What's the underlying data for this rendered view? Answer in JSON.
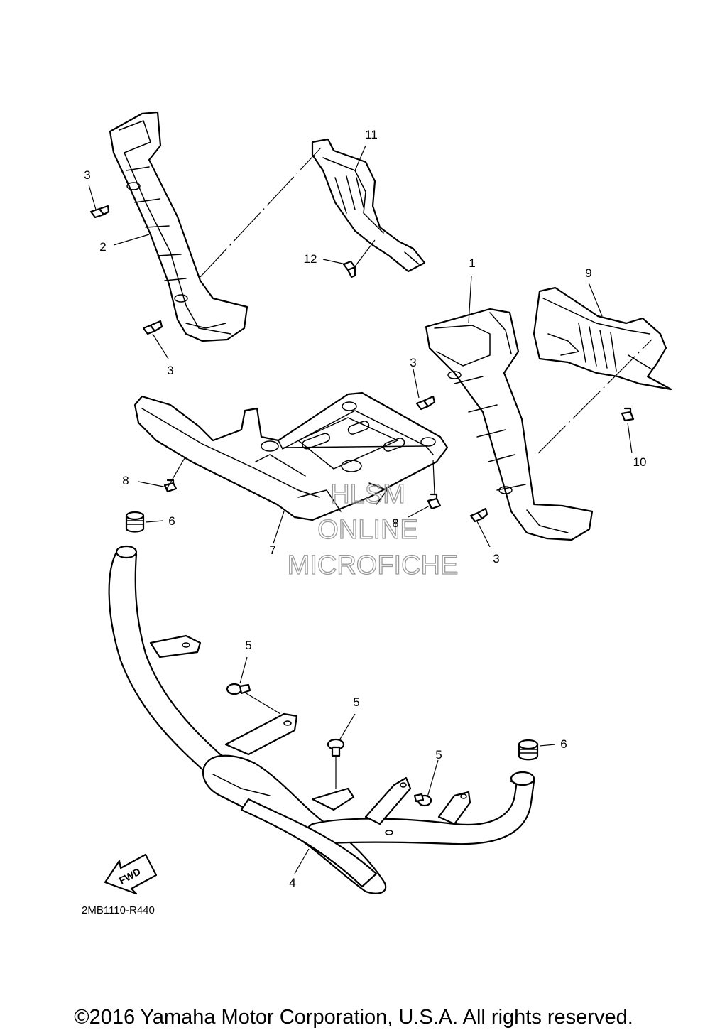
{
  "callouts": {
    "c1": "1",
    "c2": "2",
    "c3a": "3",
    "c3b": "3",
    "c3c": "3",
    "c3d": "3",
    "c4": "4",
    "c5a": "5",
    "c5b": "5",
    "c5c": "5",
    "c6a": "6",
    "c6b": "6",
    "c7": "7",
    "c8a": "8",
    "c8b": "8",
    "c9": "9",
    "c10": "10",
    "c11": "11",
    "c12": "12"
  },
  "fwd_label": "FWD",
  "diagram_code": "2MB1110-R440",
  "watermark": [
    "HLSM",
    "ONLINE",
    "MICROFICHE"
  ],
  "copyright": "©2016 Yamaha Motor Corporation, U.S.A. All rights reserved."
}
